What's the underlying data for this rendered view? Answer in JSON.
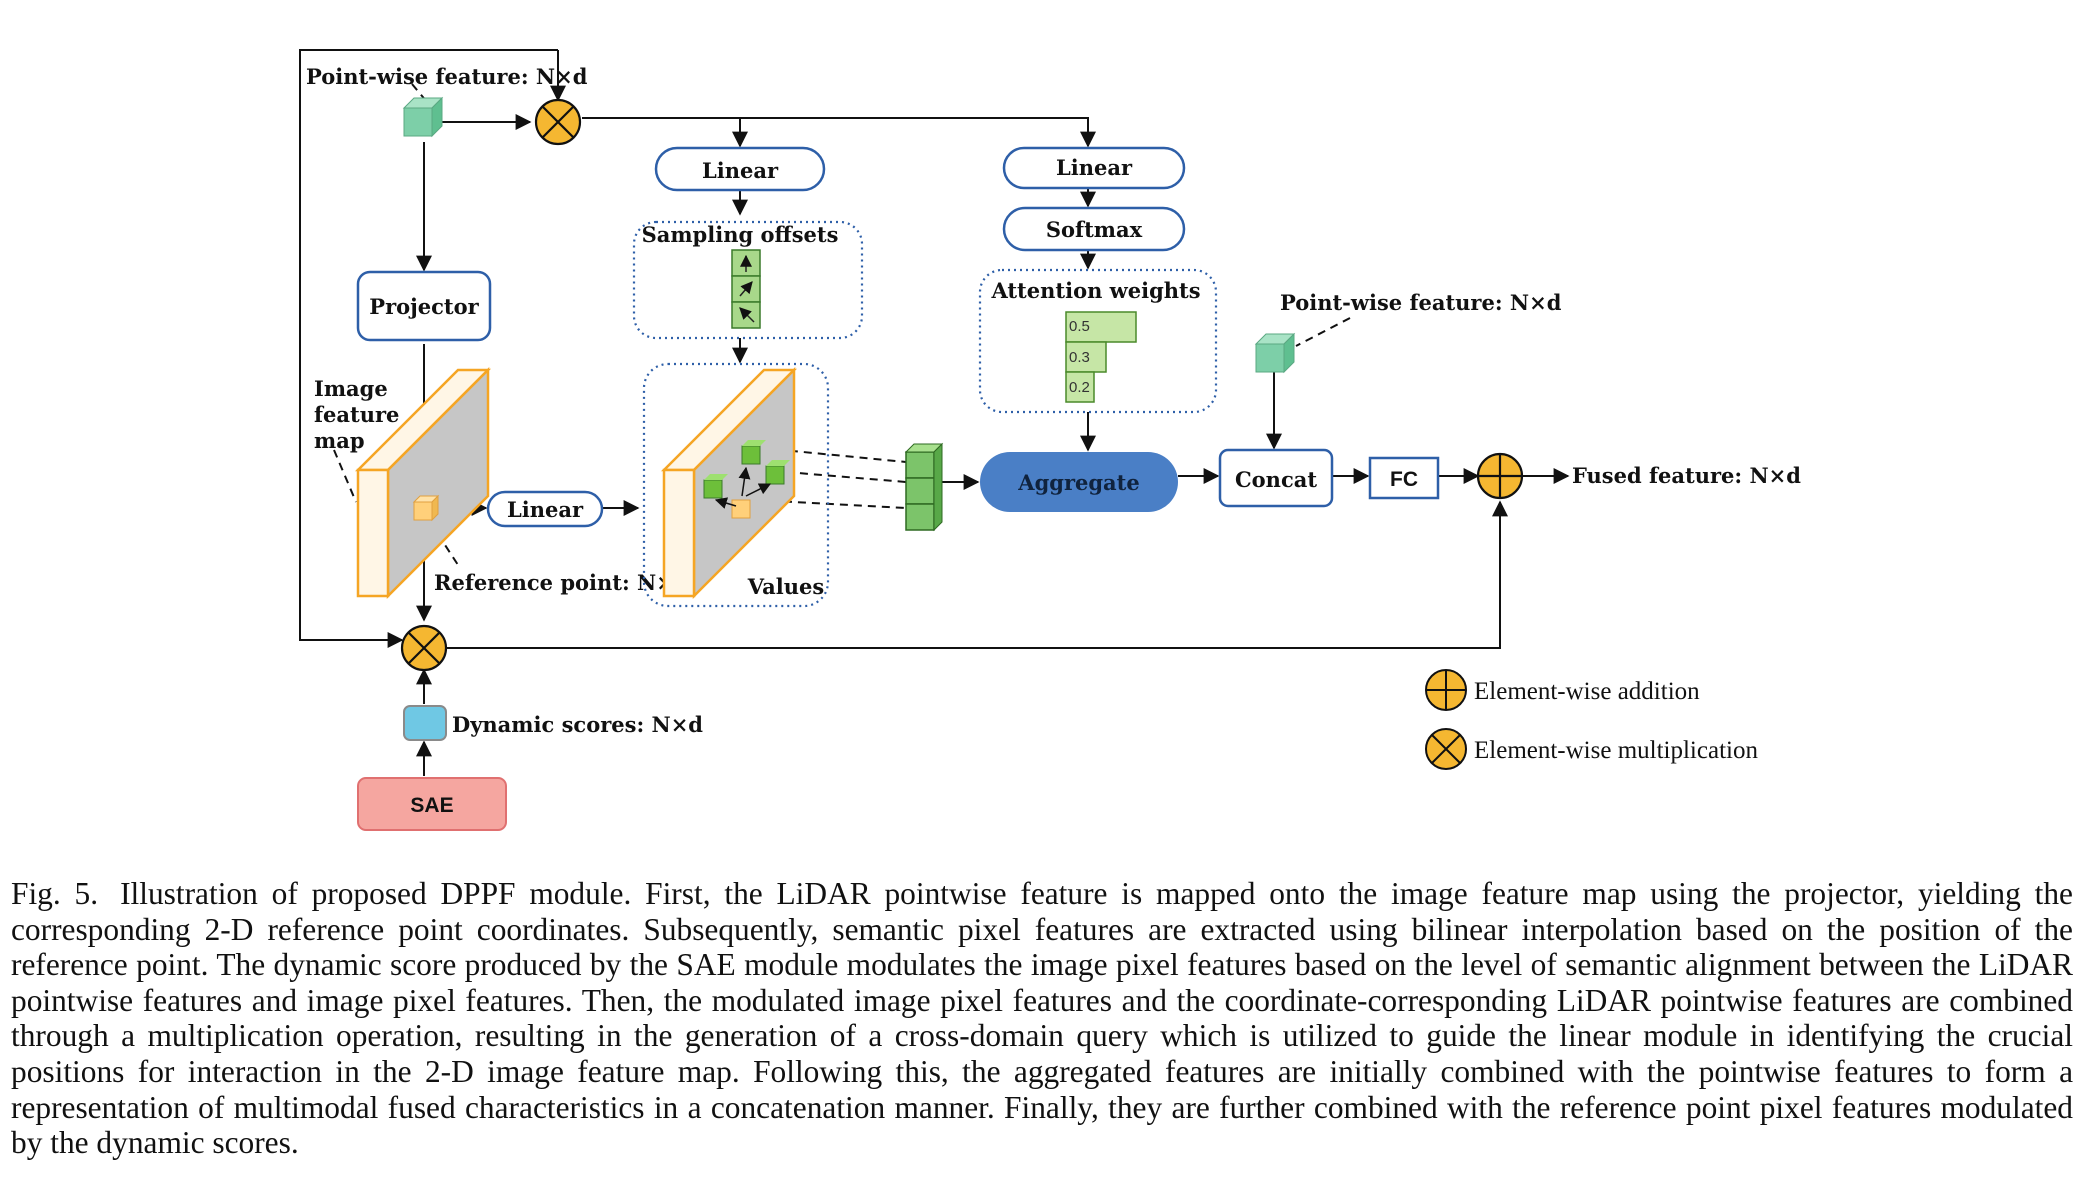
{
  "figure": {
    "labels": {
      "pointwise_top": "Point-wise feature: N×d",
      "pointwise_right": "Point-wise feature: N×d",
      "projector": "Projector",
      "image_feature_map": [
        "Image",
        "feature",
        "map"
      ],
      "linear_left": "Linear",
      "linear_mid": "Linear",
      "linear_right": "Linear",
      "sampling_offsets": "Sampling offsets",
      "softmax": "Softmax",
      "attention_weights": "Attention weights",
      "weights": [
        "0.5",
        "0.3",
        "0.2"
      ],
      "values": "Values",
      "reference_point": "Reference point: N×d",
      "aggregate": "Aggregate",
      "concat": "Concat",
      "fc": "FC",
      "fused_feature": "Fused feature: N×d",
      "dynamic_scores": "Dynamic scores: N×d",
      "sae": "SAE"
    },
    "legend": [
      {
        "symbol": "plus",
        "text": "Element-wise addition"
      },
      {
        "symbol": "times",
        "text": "Element-wise multiplication"
      }
    ],
    "colors": {
      "box_border": "#2e5fa8",
      "aggregate_fill": "#4a7fc6",
      "operator_fill": "#f5b731",
      "feature_cube": "#7dcfa8",
      "green_cube": "#6dbf3a",
      "map_border": "#f5a524",
      "map_gray": "#c6c6c6",
      "sae_fill": "#f5a6a0",
      "dynamic_fill": "#6fc8e4"
    }
  },
  "caption": {
    "label": "Fig. 5.",
    "text": "Illustration of proposed DPPF module. First, the LiDAR pointwise feature is mapped onto the image feature map using the projector, yielding the corresponding 2-D reference point coordinates. Subsequently, semantic pixel features are extracted using bilinear interpolation based on the position of the reference point. The dynamic score produced by the SAE module modulates the image pixel features based on the level of semantic alignment between the LiDAR pointwise features and image pixel features. Then, the modulated image pixel features and the coordinate-corresponding LiDAR pointwise features are combined through a multiplication operation, resulting in the generation of a cross-domain query which is utilized to guide the linear module in identifying the crucial positions for interaction in the 2-D image feature map. Following this, the aggregated features are initially combined with the pointwise features to form a representation of multimodal fused characteristics in a concatenation manner. Finally, they are further combined with the reference point pixel features modulated by the dynamic scores."
  }
}
